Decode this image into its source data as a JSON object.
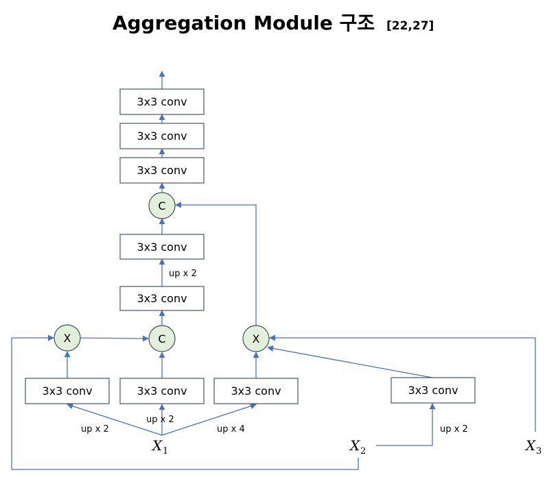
{
  "title": {
    "main": "Aggregation Module 구조",
    "ref": "[22,27]"
  },
  "colors": {
    "edge": "#4472C4",
    "node_fill": "#E2EFDA",
    "box_stroke": "#44546A"
  },
  "boxes": {
    "top3": "3x3 conv",
    "top2": "3x3 conv",
    "top1": "3x3 conv",
    "mid2": "3x3 conv",
    "mid1": "3x3 conv",
    "bot_left": "3x3 conv",
    "bot_center": "3x3 conv",
    "bot_right": "3x3 conv",
    "bot_far": "3x3 conv"
  },
  "nodes": {
    "concat_top": "C",
    "concat_bottom": "C",
    "mult_left": "X",
    "mult_right": "X"
  },
  "edge_labels": {
    "mid_up": "up x 2",
    "x1_left": "up x 2",
    "x1_center": "up x 2",
    "x1_right": "up x 4",
    "x2_right": "up x 2"
  },
  "inputs": {
    "x1": {
      "base": "X",
      "sub": "1"
    },
    "x2": {
      "base": "X",
      "sub": "2"
    },
    "x3": {
      "base": "X",
      "sub": "3"
    }
  }
}
